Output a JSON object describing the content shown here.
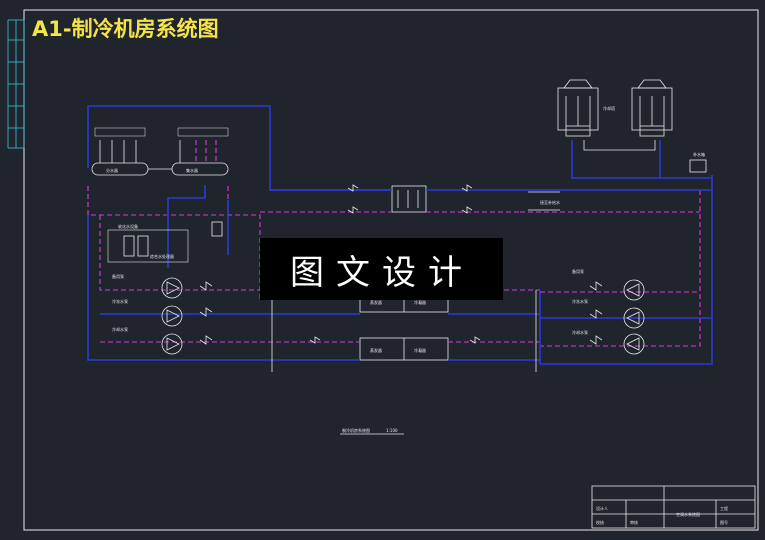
{
  "title": "A1-制冷机房系统图",
  "watermark": "图文设计",
  "drawing_caption": "制冷机房系统图",
  "drawing_scale": "1:100",
  "labels": {
    "distributor": "分水器",
    "collector": "集水器",
    "cooling_tower": "冷却塔",
    "make_up_tank": "补水箱",
    "softener": "软化水设备",
    "plate_exchanger": "接至补给水",
    "standby_pump": "备用泵",
    "chilled_pump": "冷冻水泵",
    "cooling_pump": "冷却水泵",
    "evaporator": "蒸发器",
    "condenser": "冷凝器",
    "treatment": "综合水处理器"
  },
  "title_block": {
    "designer": "设计人",
    "checker": "校核",
    "approver": "审核",
    "drawing_name": "空调水系统图",
    "project": "工程",
    "sheet": "图号"
  }
}
